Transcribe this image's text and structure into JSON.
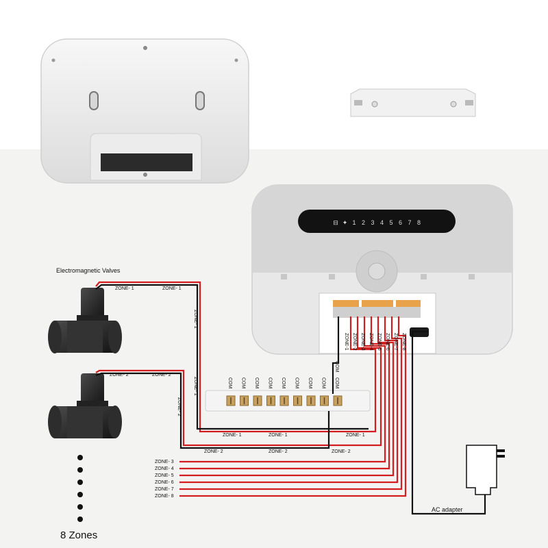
{
  "title": "Electromagnetic Valves",
  "zone_labels": [
    "ZONE- 1",
    "ZONE- 2",
    "ZONE- 3",
    "ZONE- 4",
    "ZONE- 5",
    "ZONE- 6",
    "ZONE- 7",
    "ZONE- 8"
  ],
  "zone_label_short": [
    "ZONE-1",
    "ZONE-2",
    "ZONE-3",
    "ZONE-4",
    "ZONE-5",
    "ZONE-6",
    "ZONE-7",
    "ZONE-8"
  ],
  "zone1_label": "ZONE- 1",
  "zone2_label": "ZONE- 2",
  "com_label": "COM",
  "ac_adapter": "AC adapter",
  "zones_caption": "8 Zones",
  "indicator_glyphs": [
    "⊟",
    "✦",
    "1",
    "2",
    "3",
    "4",
    "5",
    "6",
    "7",
    "8"
  ],
  "colors": {
    "wire_red": "#d21e1e",
    "wire_black": "#111111",
    "panel": "#e9e9e9"
  }
}
